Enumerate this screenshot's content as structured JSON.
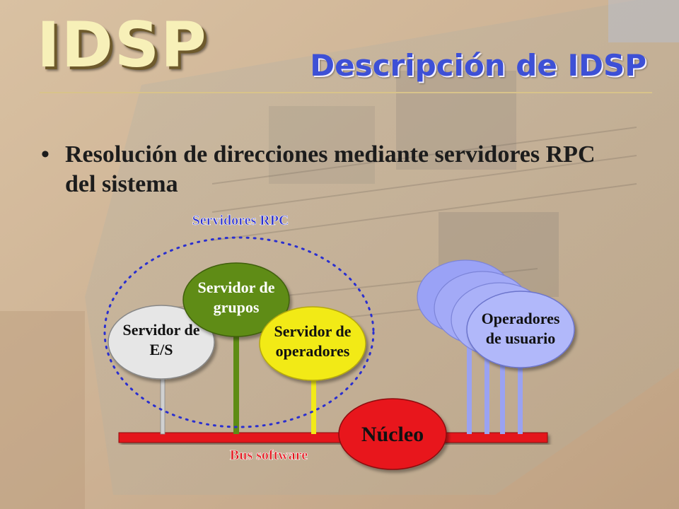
{
  "slide": {
    "logo": "IDSP",
    "title": "Descripción de IDSP",
    "bullet_symbol": "•",
    "bullet_text": "Resolución de direcciones mediante servidores RPC del sistema"
  },
  "diagram": {
    "group_label": "Servidores RPC",
    "bus_label": "Bus software",
    "nodes": {
      "es": {
        "line1": "Servidor de",
        "line2": "E/S"
      },
      "grupos": {
        "line1": "Servidor de",
        "line2": "grupos"
      },
      "operadores": {
        "line1": "Servidor de",
        "line2": "operadores"
      },
      "usuario": {
        "line1": "Operadores",
        "line2": "de usuario"
      },
      "nucleo": {
        "label": "Núcleo"
      }
    }
  },
  "colors": {
    "title": "#3d50d6",
    "bus": "#e4121a",
    "group_outline": "#2a2fd0",
    "node_es": "#e6e6e6",
    "node_grupos": "#5e8c14",
    "node_operadores": "#f2ea18",
    "node_usuario": "#a8b0f8",
    "node_nucleo": "#e8141e"
  }
}
